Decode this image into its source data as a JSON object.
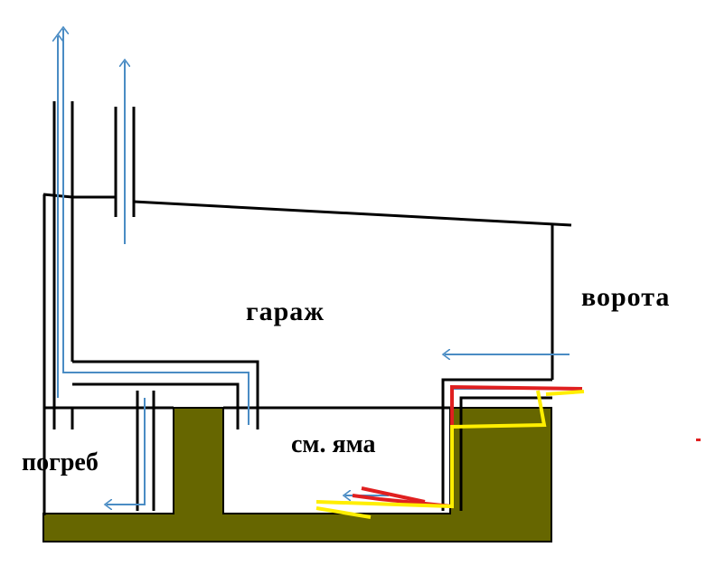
{
  "labels": {
    "garage": "гараж",
    "gate": "ворота",
    "pit": "см. яма",
    "cellar": "погреб"
  },
  "colors": {
    "outline": "#000000",
    "earth": "#666600",
    "air_flow": "#4a8cc4",
    "pipe_red": "#e02020",
    "pipe_yellow": "#ffee00"
  }
}
